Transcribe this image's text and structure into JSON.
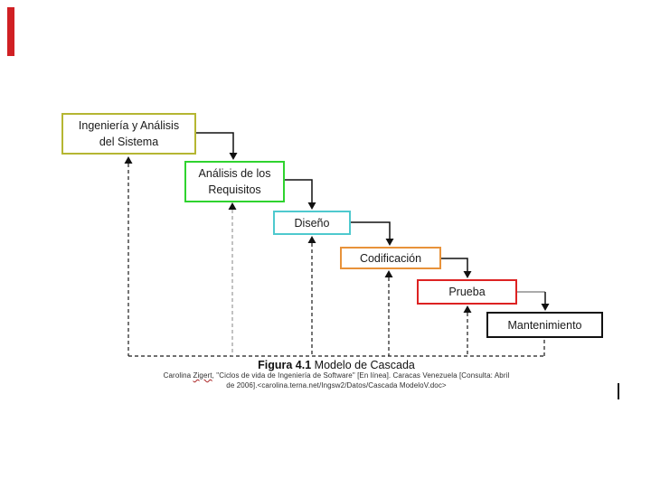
{
  "slide": {
    "background_color": "#ffffff",
    "accent_bar_color": "#d02024"
  },
  "diagram": {
    "type": "flowchart",
    "name": "waterfall-model-cascade",
    "stages": [
      {
        "label": "Ingeniería y Análisis del Sistema",
        "line1": "Ingeniería y Análisis",
        "line2": "del Sistema",
        "border_color": "#b5b632"
      },
      {
        "label": "Análisis de los Requisitos",
        "line1": "Análisis de los",
        "line2": "Requisitos",
        "border_color": "#2fd32f"
      },
      {
        "label": "Diseño",
        "border_color": "#4ec9ce"
      },
      {
        "label": "Codificación",
        "border_color": "#e8923a"
      },
      {
        "label": "Prueba",
        "border_color": "#dd2222"
      },
      {
        "label": "Mantenimiento",
        "border_color": "#111111"
      }
    ],
    "connections": [
      {
        "from": 0,
        "to": 1,
        "style": "solid-arrow"
      },
      {
        "from": 1,
        "to": 2,
        "style": "solid-arrow"
      },
      {
        "from": 2,
        "to": 3,
        "style": "solid-arrow"
      },
      {
        "from": 3,
        "to": 4,
        "style": "solid-arrow"
      },
      {
        "from": 4,
        "to": 5,
        "style": "solid-arrow"
      }
    ],
    "feedback": {
      "style": "dashed-arrows",
      "description": "Dashed baseline from Mantenimiento returns upward into every earlier stage"
    }
  },
  "caption": {
    "figure_label": "Figura 4.1",
    "figure_title": " Modelo de Cascada",
    "citation_line1_pre": "Carolina ",
    "citation_line1_author": "Zigert",
    "citation_line1_post": ", \"Ciclos de vida de Ingeniería de Software\" [En línea]. Caracas Venezuela [Consulta: Abril",
    "citation_line2": "de 2006].<carolina.terna.net/Ingsw2/Datos/Cascada ModeloV.doc>"
  }
}
